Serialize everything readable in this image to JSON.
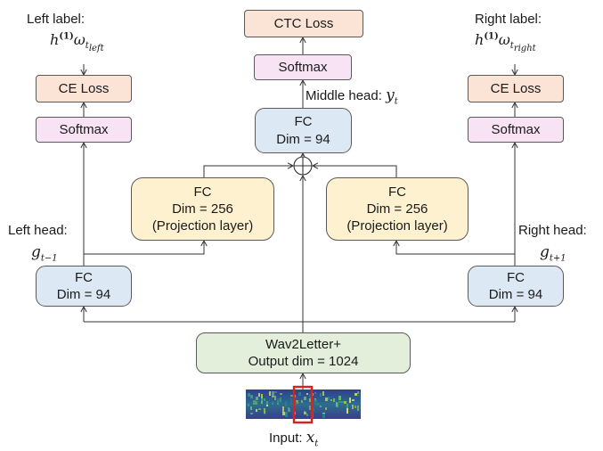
{
  "top_left": {
    "title": "Left label:",
    "h": "h",
    "sup": "(1)",
    "omega": "ω",
    "sub": "t",
    "subsub": "left"
  },
  "top_right": {
    "title": "Right label:",
    "h": "h",
    "sup": "(1)",
    "omega": "ω",
    "sub": "t",
    "subsub": "right"
  },
  "boxes": {
    "ctc_loss": "CTC Loss",
    "softmax_middle": "Softmax",
    "fc_middle": {
      "line1": "FC",
      "line2": "Dim = 94"
    },
    "ce_loss_left": "CE Loss",
    "softmax_left": "Softmax",
    "ce_loss_right": "CE Loss",
    "softmax_right": "Softmax",
    "proj_left": {
      "line1": "FC",
      "line2": "Dim = 256",
      "line3": "(Projection layer)"
    },
    "proj_right": {
      "line1": "FC",
      "line2": "Dim = 256",
      "line3": "(Projection layer)"
    },
    "fc_left": {
      "line1": "FC",
      "line2": "Dim = 94"
    },
    "fc_right": {
      "line1": "FC",
      "line2": "Dim = 94"
    },
    "wav2letter": {
      "line1": "Wav2Letter+",
      "line2": "Output dim = 1024"
    }
  },
  "middle_head": {
    "text": "Middle head:",
    "var": "y",
    "sub": "t"
  },
  "left_head": {
    "text": "Left head:",
    "var": "g",
    "sub": "t−1"
  },
  "right_head": {
    "text": "Right head:",
    "var": "g",
    "sub": "t+1"
  },
  "input": {
    "text": "Input:",
    "var": "x",
    "sub": "t"
  },
  "colors": {
    "highlight": "#e02020",
    "spectrogram_low": "#3b2a7a",
    "spectrogram_high": "#b9d64a"
  }
}
